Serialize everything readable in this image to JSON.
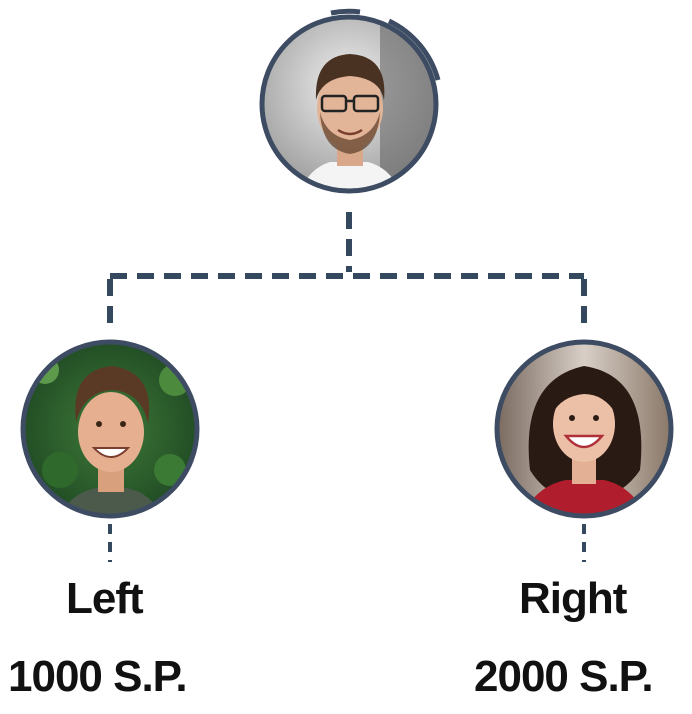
{
  "colors": {
    "line": "#34495e",
    "ring": "#3d4c63",
    "text": "#111111"
  },
  "nodes": {
    "top": {
      "avatar": "man-with-glasses-avatar"
    },
    "left": {
      "avatar": "smiling-man-avatar",
      "side": "Left",
      "points": "1000 S.P."
    },
    "right": {
      "avatar": "smiling-woman-avatar",
      "side": "Right",
      "points": "2000 S.P."
    }
  }
}
